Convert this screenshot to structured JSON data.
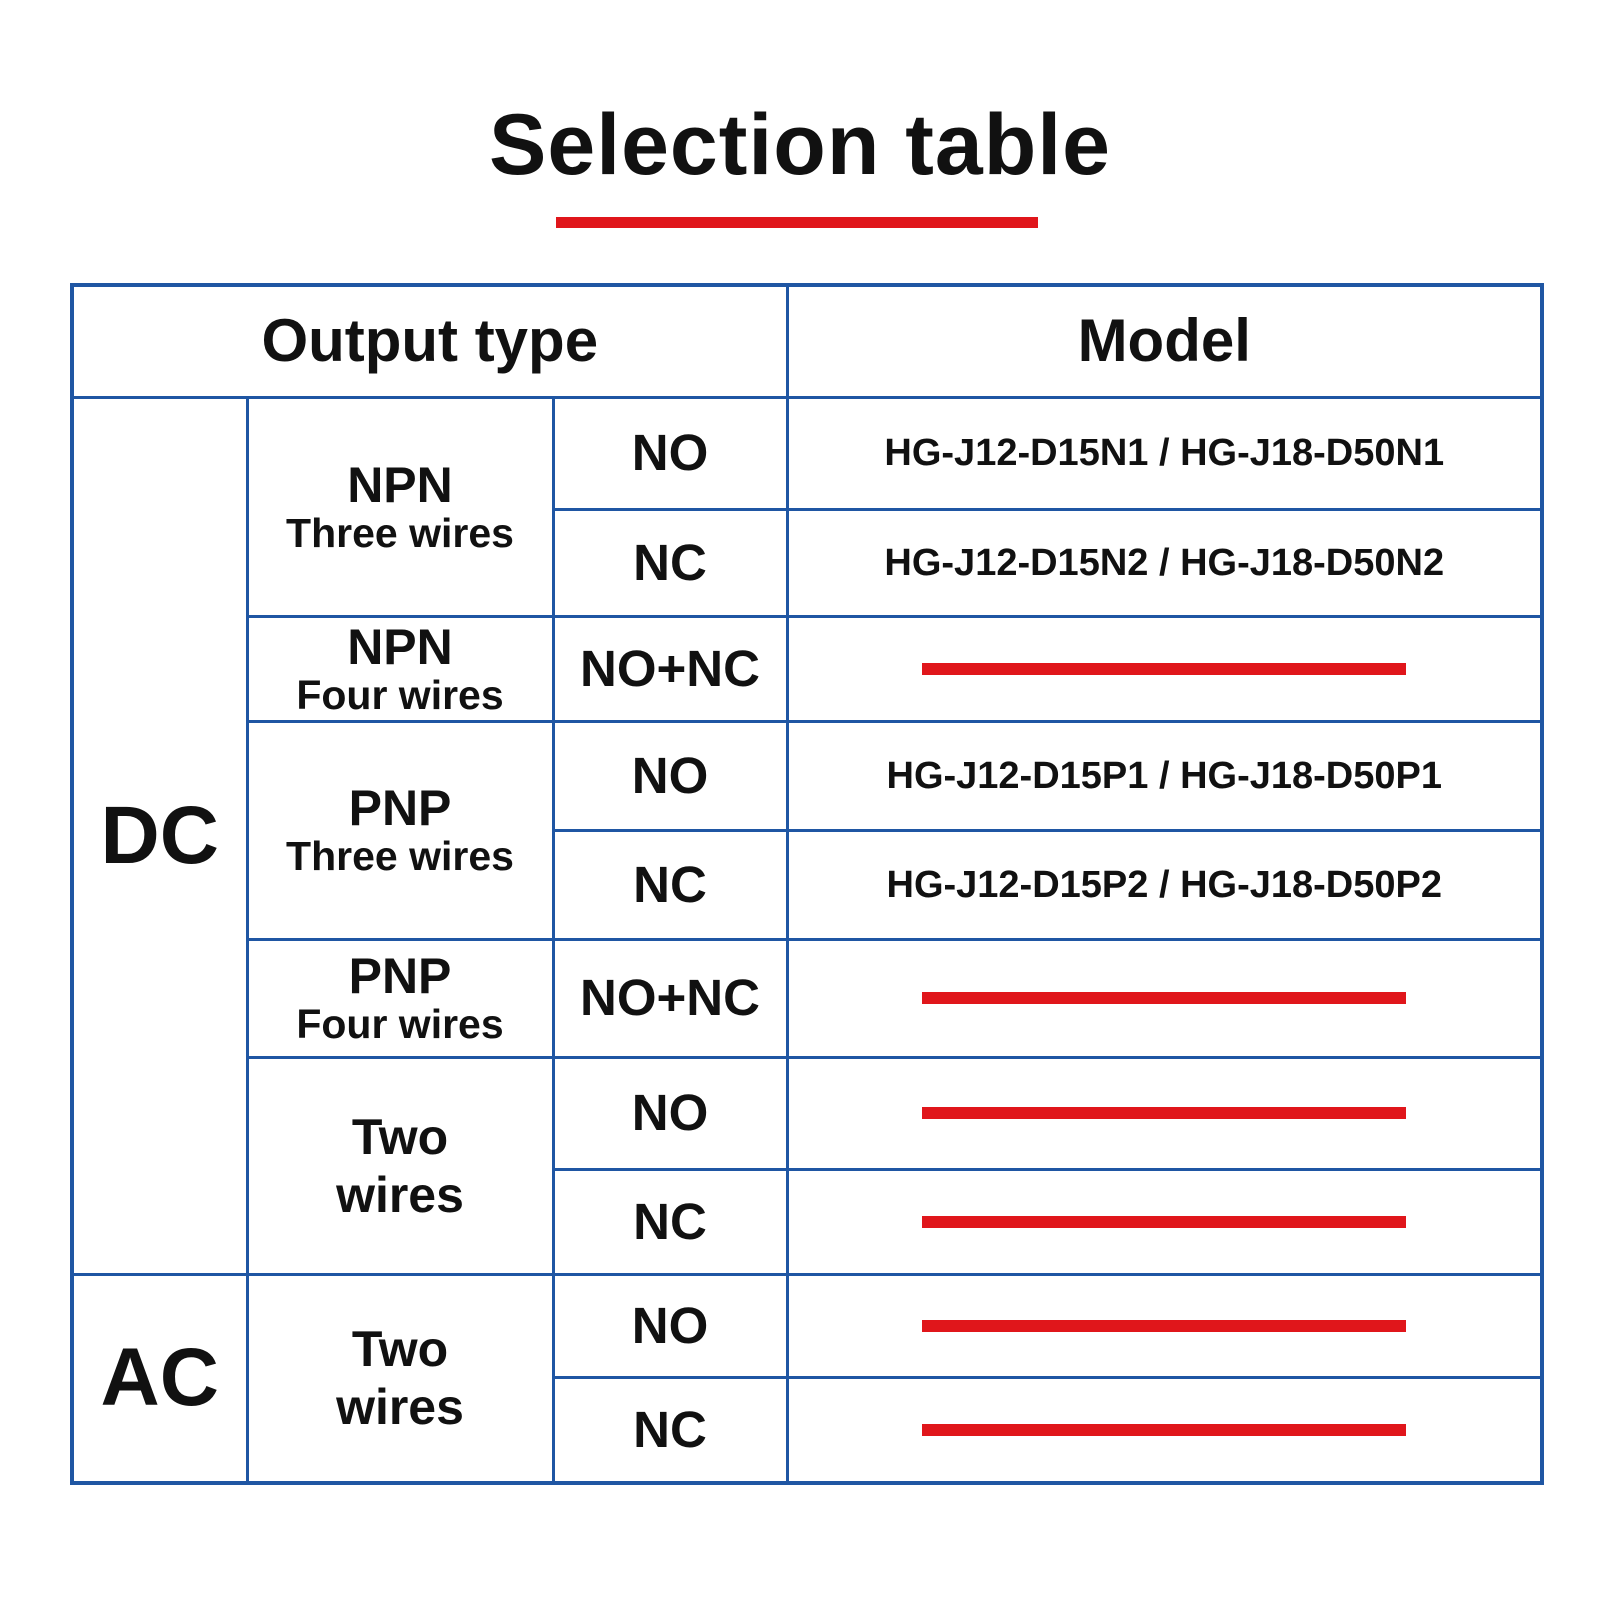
{
  "title": "Selection table",
  "header": {
    "output_type": "Output type",
    "model": "Model"
  },
  "supply": {
    "dc": "DC",
    "ac": "AC"
  },
  "groups": [
    {
      "main": "NPN",
      "sub": "Three wires"
    },
    {
      "main": "NPN",
      "sub": "Four wires"
    },
    {
      "main": "PNP",
      "sub": "Three wires"
    },
    {
      "main": "PNP",
      "sub": "Four wires"
    },
    {
      "main": "Two",
      "sub": "wires"
    },
    {
      "main": "Two",
      "sub": "wires"
    }
  ],
  "rows": [
    {
      "contact": "NO",
      "model": "HG-J12-D15N1 / HG-J18-D50N1"
    },
    {
      "contact": "NC",
      "model": "HG-J12-D15N2 / HG-J18-D50N2"
    },
    {
      "contact": "NO+NC",
      "model": ""
    },
    {
      "contact": "NO",
      "model": "HG-J12-D15P1 / HG-J18-D50P1"
    },
    {
      "contact": "NC",
      "model": "HG-J12-D15P2 / HG-J18-D50P2"
    },
    {
      "contact": "NO+NC",
      "model": ""
    },
    {
      "contact": "NO",
      "model": ""
    },
    {
      "contact": "NC",
      "model": ""
    },
    {
      "contact": "NO",
      "model": ""
    },
    {
      "contact": "NC",
      "model": ""
    }
  ],
  "colors": {
    "border": "#1f56a3",
    "accent_red": "#e0161b",
    "text": "#111111"
  }
}
